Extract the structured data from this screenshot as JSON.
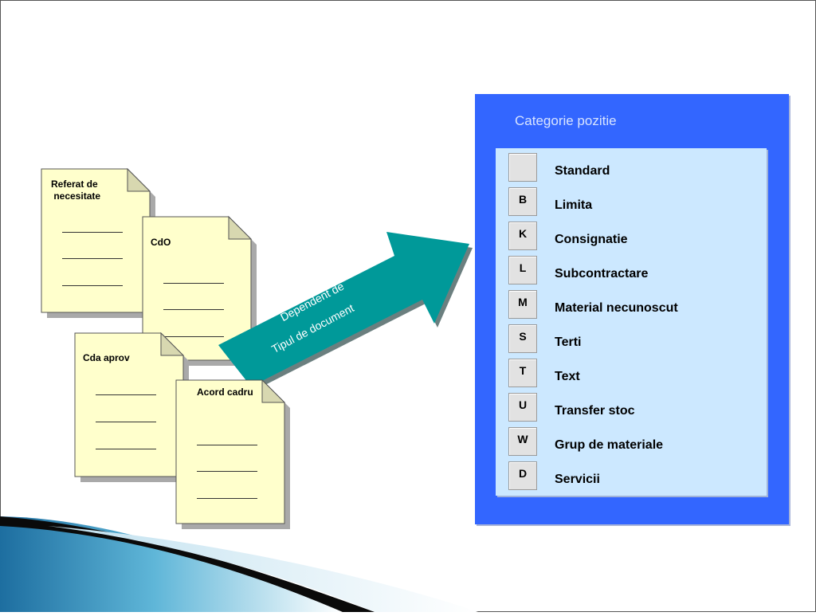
{
  "documents": [
    {
      "title": "Referat de\n necesitate"
    },
    {
      "title": "CdO"
    },
    {
      "title": "Cda aprov"
    },
    {
      "title": "Acord cadru"
    }
  ],
  "arrow": {
    "line1": "Dependent de",
    "line2": "Tipul de document"
  },
  "panel": {
    "title": "Categorie pozitie",
    "rows": [
      {
        "code": "",
        "label": "Standard"
      },
      {
        "code": "B",
        "label": "Limita"
      },
      {
        "code": "K",
        "label": "Consignatie"
      },
      {
        "code": "L",
        "label": "Subcontractare"
      },
      {
        "code": "M",
        "label": "Material necunoscut"
      },
      {
        "code": "S",
        "label": "Terti"
      },
      {
        "code": "T",
        "label": "Text"
      },
      {
        "code": "U",
        "label": "Transfer stoc"
      },
      {
        "code": "W",
        "label": "Grup de materiale"
      },
      {
        "code": "D",
        "label": "Servicii"
      }
    ]
  },
  "colors": {
    "panel": "#3366ff",
    "inner": "#cce8ff",
    "arrow": "#009999",
    "document": "#ffffcc"
  }
}
